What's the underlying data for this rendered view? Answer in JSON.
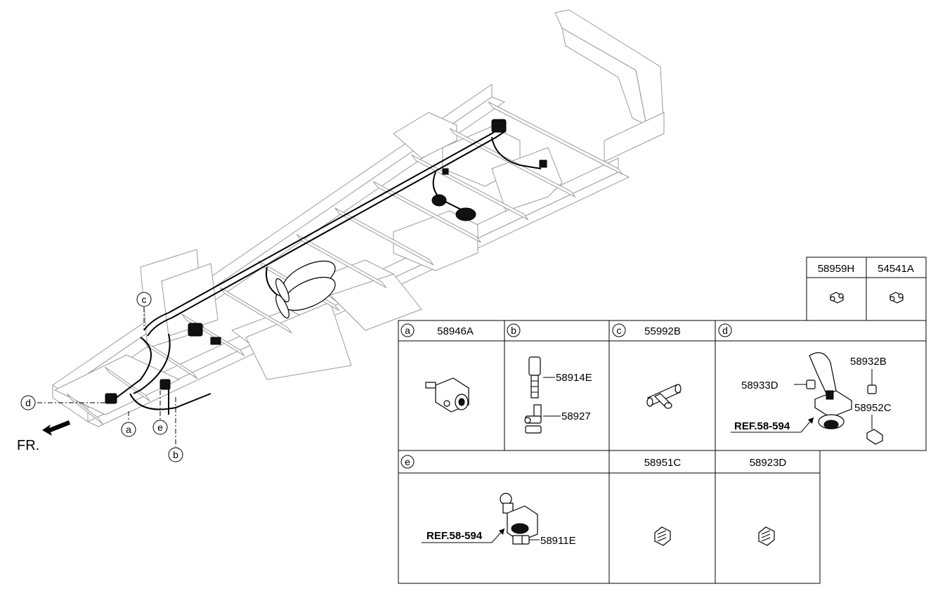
{
  "main_diagram": {
    "callouts": {
      "a": "a",
      "b": "b",
      "c": "c",
      "d": "d",
      "e": "e"
    },
    "direction_label": "FR."
  },
  "top_table": {
    "headers": [
      "58959H",
      "54541A"
    ]
  },
  "panels": {
    "a": {
      "circle": "a",
      "part_no": "58946A"
    },
    "b": {
      "circle": "b",
      "part1": "58914E",
      "part2": "58927"
    },
    "c": {
      "circle": "c",
      "part_no": "55992B"
    },
    "d": {
      "circle": "d",
      "part1": "58932B",
      "part2": "58933D",
      "part3": "58952C",
      "ref": "REF.58-594"
    },
    "e": {
      "circle": "e",
      "part1": "58911E",
      "ref": "REF.58-594"
    },
    "f": {
      "part_no": "58951C"
    },
    "g": {
      "part_no": "58923D"
    }
  }
}
